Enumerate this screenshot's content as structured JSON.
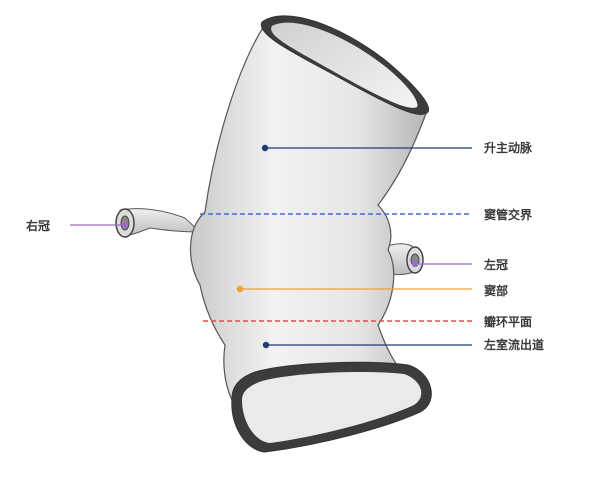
{
  "diagram": {
    "labels": {
      "ascending_aorta": "升主动脉",
      "sinotubular_junction": "窦管交界",
      "right_coronary": "右冠",
      "left_coronary": "左冠",
      "sinus": "窦部",
      "annulus_plane": "瓣环平面",
      "lvot": "左室流出道"
    },
    "colors": {
      "leader_navy": "#1f3b73",
      "leader_purple": "#9b6cc4",
      "leader_orange": "#f0a030",
      "dash_blue": "#3a6fd8",
      "dash_red": "#e0504a",
      "model_fill": "#e3e3e3",
      "model_outline": "#4a4a4a"
    }
  }
}
